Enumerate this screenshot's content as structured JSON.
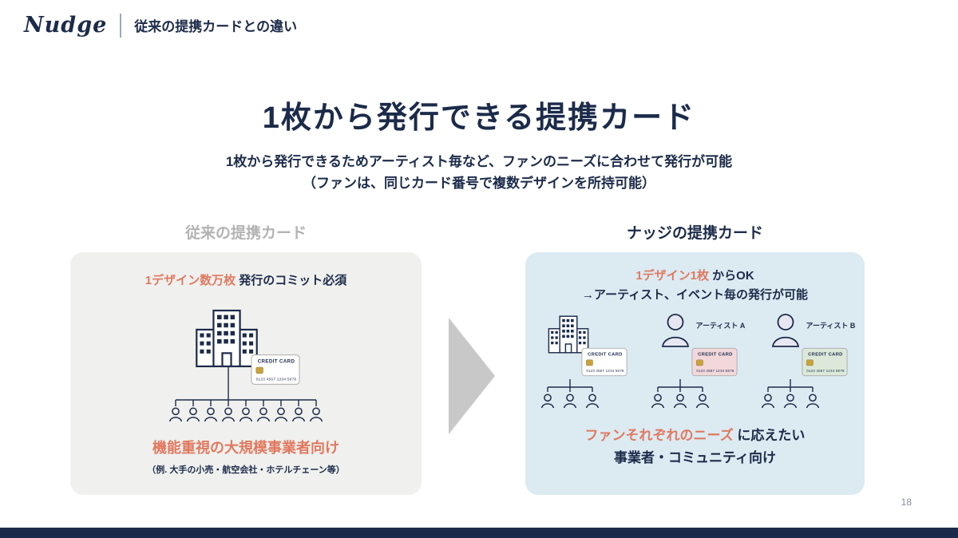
{
  "header": {
    "logo": "Nudge",
    "title": "従来の提携カードとの違い"
  },
  "hero": {
    "title": "1枚から発行できる提携カード",
    "subtitle_line1": "1枚から発行できるためアーティスト毎など、ファンのニーズに合わせて発行が可能",
    "subtitle_line2": "（ファンは、同じカード番号で複数デザインを所持可能）"
  },
  "left_panel": {
    "heading": "従来の提携カード",
    "top_highlight": "1デザイン数万枚",
    "top_rest": " 発行のコミット必須",
    "bottom_highlight": "機能重視の大規模事業者向け",
    "bottom_note": "（例. 大手の小売・航空会社・ホテルチェーン等）"
  },
  "right_panel": {
    "heading": "ナッジの提携カード",
    "top_highlight": "1デザイン1枚",
    "top_rest": " からOK",
    "top_line2": "→アーティスト、イベント毎の発行が可能",
    "artist_a_label": "アーティスト A",
    "artist_b_label": "アーティスト B",
    "bottom_highlight": "ファンそれぞれのニーズ",
    "bottom_rest": " に応えたい",
    "bottom_line2": "事業者・コミュニティ向け"
  },
  "card": {
    "label": "CREDIT CARD",
    "number": "0123 4567 1234 5678"
  },
  "footer": {
    "page_number": "18"
  },
  "colors": {
    "navy": "#1C2B4A",
    "salmon": "#E0795F",
    "heading_gray": "#B3B3B3",
    "panel_gray": "#F0F0EE",
    "panel_blue": "#DCEAF2",
    "arrow_gray": "#C8C8C8",
    "card_pink": "#F2D8DB",
    "card_green": "#DCE9DA",
    "chip_gold": "#C9A23C"
  }
}
